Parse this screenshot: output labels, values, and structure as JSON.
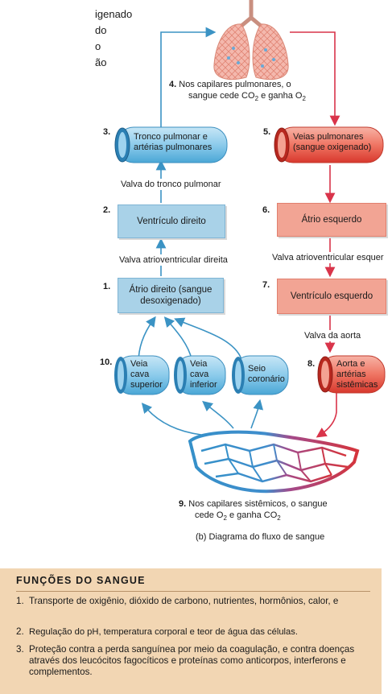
{
  "legend_fragment": [
    "igenado",
    "do",
    "o",
    "ão"
  ],
  "steps": {
    "s1": {
      "num": "1.",
      "text": "Átrio direito (sangue desoxigenado)"
    },
    "s2": {
      "num": "2.",
      "text": "Ventrículo direito"
    },
    "s3": {
      "num": "3.",
      "text": "Tronco pulmonar e artérias pulmonares"
    },
    "s4": {
      "num": "4.",
      "line1": "Nos capilares pulmonares, o",
      "line2_pre": "sangue cede CO",
      "line2_sub1": "2",
      "line2_mid": " e ganha O",
      "line2_sub2": "2"
    },
    "s5": {
      "num": "5.",
      "text": "Veias pulmonares (sangue oxigenado)"
    },
    "s6": {
      "num": "6.",
      "text": "Átrio esquerdo"
    },
    "s7": {
      "num": "7.",
      "text": "Ventrículo esquerdo"
    },
    "s8": {
      "num": "8.",
      "text": "Aorta e artérias sistêmicas"
    },
    "s9": {
      "num": "9.",
      "line1": "Nos capilares sistêmicos, o sangue",
      "line2_pre": "cede O",
      "line2_sub1": "2",
      "line2_mid": " e ganha CO",
      "line2_sub2": "2"
    },
    "s10": {
      "num": "10.",
      "vc_sup": "Veia cava superior",
      "vc_inf": "Veia cava inferior",
      "seio": "Seio coronário"
    }
  },
  "valves": {
    "pulmonary": "Valva do tronco pulmonar",
    "tricuspid": "Valva atrioventricular direita",
    "mitral": "Valva atrioventricular esquer",
    "aortic": "Valva da aorta"
  },
  "caption": "(b) Diagrama do fluxo de sangue",
  "functions": {
    "title": "FUNÇÕES DO SANGUE",
    "items": [
      {
        "num": "1.",
        "text": "Transporte de oxigênio, dióxido de carbono, nutrientes, hormônios, calor, e"
      },
      {
        "num": "2.",
        "text": "Regulação do pH, temperatura corporal e teor de água das células."
      },
      {
        "num": "3.",
        "text": "Proteção contra a perda sanguínea por meio da coagulação, e contra doenças através dos leucócitos fagocíticos e proteínas como anticorpos, interferons e complementos."
      }
    ]
  },
  "colors": {
    "blue_box": "#a9d2e8",
    "red_box": "#f2a494",
    "blue_arrow": "#3b93c4",
    "red_arrow": "#d9344a",
    "panel": "#f2d6b3"
  }
}
